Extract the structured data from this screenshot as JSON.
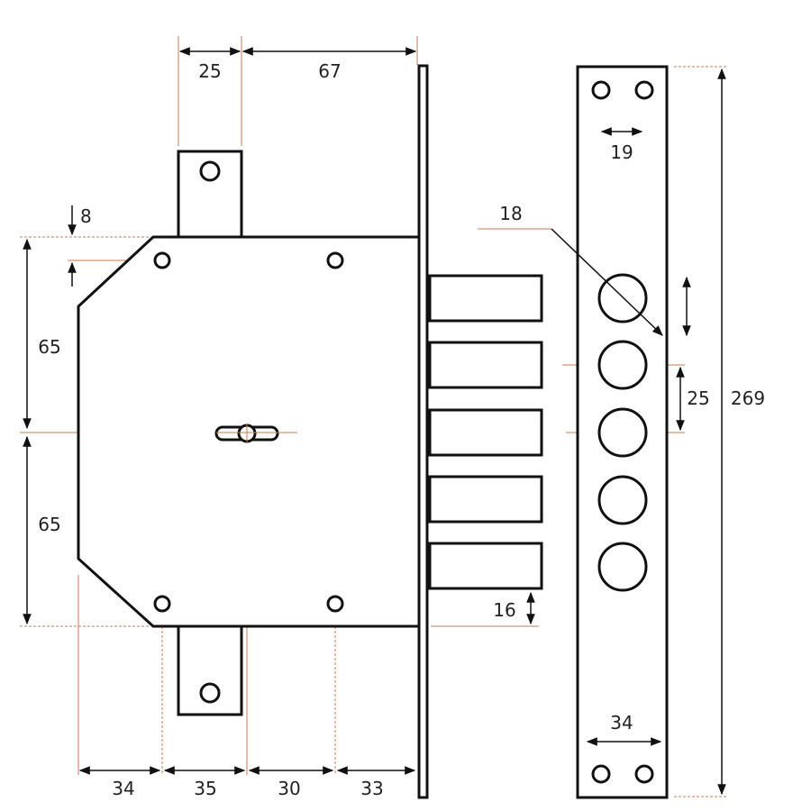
{
  "colors": {
    "outline": "#111111",
    "guide": "#c97a55",
    "arrow": "#111111",
    "text": "#222222"
  },
  "dimensions": {
    "top_tab_width": "25",
    "top_offset": "67",
    "hole_offset": "8",
    "upper_height": "65",
    "lower_height": "65",
    "hole_diameter": "18",
    "strike_hole_spacing": "19",
    "bolt_pitch": "25",
    "strike_length": "269",
    "bolt_height": "16",
    "strike_width": "34",
    "bottom_1": "34",
    "bottom_2": "35",
    "bottom_3": "30",
    "bottom_4": "33"
  }
}
